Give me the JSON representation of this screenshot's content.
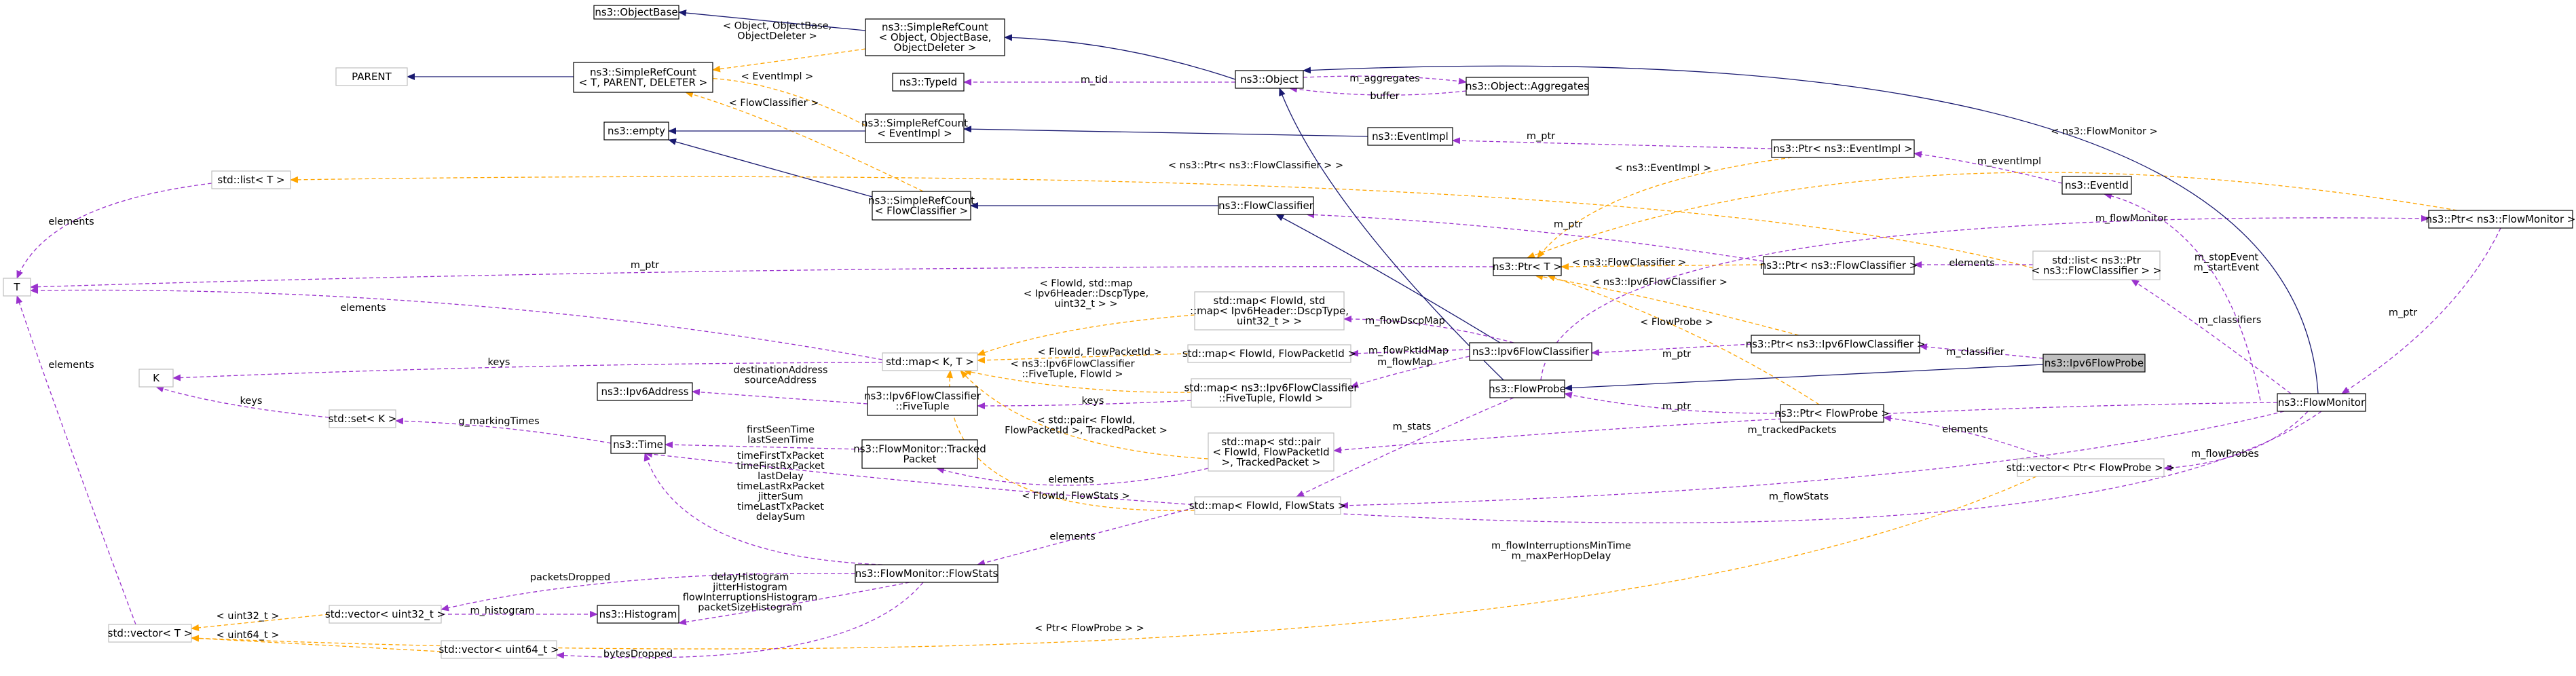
{
  "colors": {
    "inheritance": "#191970",
    "usage": "#9a32cd",
    "template": "#ffa500",
    "highlight_fill": "#bfbfbf",
    "node_border": "#000000",
    "gray_border": "#bfbfbf",
    "background": "#ffffff"
  },
  "nodes": [
    {
      "id": "ObjectBase",
      "lines": [
        "ns3::ObjectBase"
      ]
    },
    {
      "id": "SRC_Object",
      "lines": [
        "ns3::SimpleRefCount",
        "< Object, ObjectBase,",
        "ObjectDeleter >"
      ]
    },
    {
      "id": "PARENT",
      "lines": [
        "PARENT"
      ],
      "style": "gray"
    },
    {
      "id": "SRC_T",
      "lines": [
        "ns3::SimpleRefCount",
        "< T, PARENT, DELETER >"
      ]
    },
    {
      "id": "TypeId",
      "lines": [
        "ns3::TypeId"
      ]
    },
    {
      "id": "Object",
      "lines": [
        "ns3::Object"
      ]
    },
    {
      "id": "Aggregates",
      "lines": [
        "ns3::Object::Aggregates"
      ]
    },
    {
      "id": "empty",
      "lines": [
        "ns3::empty"
      ]
    },
    {
      "id": "SRC_EventImpl",
      "lines": [
        "ns3::SimpleRefCount",
        "< EventImpl >"
      ]
    },
    {
      "id": "EventImpl",
      "lines": [
        "ns3::EventImpl"
      ]
    },
    {
      "id": "Ptr_EventImpl",
      "lines": [
        "ns3::Ptr< ns3::EventImpl >"
      ]
    },
    {
      "id": "EventId",
      "lines": [
        "ns3::EventId"
      ]
    },
    {
      "id": "list_T",
      "lines": [
        "std::list< T >"
      ],
      "style": "gray"
    },
    {
      "id": "SRC_FC",
      "lines": [
        "ns3::SimpleRefCount",
        "< FlowClassifier >"
      ]
    },
    {
      "id": "FlowClassifier",
      "lines": [
        "ns3::FlowClassifier"
      ]
    },
    {
      "id": "Ptr_FlowMonitor",
      "lines": [
        "ns3::Ptr< ns3::FlowMonitor >"
      ]
    },
    {
      "id": "T",
      "lines": [
        "T"
      ],
      "style": "gray"
    },
    {
      "id": "Ptr_T",
      "lines": [
        "ns3::Ptr< T >"
      ]
    },
    {
      "id": "Ptr_FC",
      "lines": [
        "ns3::Ptr< ns3::FlowClassifier >"
      ]
    },
    {
      "id": "list_Ptr_FC",
      "lines": [
        "std::list< ns3::Ptr",
        "< ns3::FlowClassifier > >"
      ],
      "style": "gray"
    },
    {
      "id": "map_dscp",
      "lines": [
        "std::map< FlowId, std",
        "::map< Ipv6Header::DscpType,",
        "uint32_t > >"
      ],
      "style": "gray"
    },
    {
      "id": "map_KT",
      "lines": [
        "std::map< K, T >"
      ],
      "style": "gray"
    },
    {
      "id": "map_pkt",
      "lines": [
        "std::map< FlowId, FlowPacketId >"
      ],
      "style": "gray"
    },
    {
      "id": "Ipv6FC",
      "lines": [
        "ns3::Ipv6FlowClassifier"
      ]
    },
    {
      "id": "Ptr_Ipv6FC",
      "lines": [
        "ns3::Ptr< ns3::Ipv6FlowClassifier >"
      ]
    },
    {
      "id": "Ipv6FlowProbe",
      "lines": [
        "ns3::Ipv6FlowProbe"
      ],
      "style": "highlight"
    },
    {
      "id": "K",
      "lines": [
        "K"
      ],
      "style": "gray"
    },
    {
      "id": "Ipv6Address",
      "lines": [
        "ns3::Ipv6Address"
      ]
    },
    {
      "id": "FiveTuple",
      "lines": [
        "ns3::Ipv6FlowClassifier",
        "::FiveTuple"
      ]
    },
    {
      "id": "map_fivetuple",
      "lines": [
        "std::map< ns3::Ipv6FlowClassifier",
        "::FiveTuple, FlowId >"
      ],
      "style": "gray"
    },
    {
      "id": "FlowProbe",
      "lines": [
        "ns3::FlowProbe"
      ]
    },
    {
      "id": "FlowMonitor",
      "lines": [
        "ns3::FlowMonitor"
      ]
    },
    {
      "id": "set_K",
      "lines": [
        "std::set< K >"
      ],
      "style": "gray"
    },
    {
      "id": "Time",
      "lines": [
        "ns3::Time"
      ]
    },
    {
      "id": "TrackedPacket",
      "lines": [
        "ns3::FlowMonitor::Tracked",
        "Packet"
      ]
    },
    {
      "id": "map_tracked",
      "lines": [
        "std::map< std::pair",
        "< FlowId, FlowPacketId",
        ">, TrackedPacket >"
      ],
      "style": "gray"
    },
    {
      "id": "Ptr_FlowProbe",
      "lines": [
        "ns3::Ptr< FlowProbe >"
      ]
    },
    {
      "id": "vec_Ptr_FP",
      "lines": [
        "std::vector< Ptr< FlowProbe > >"
      ],
      "style": "gray"
    },
    {
      "id": "map_flowstats",
      "lines": [
        "std::map< FlowId, FlowStats >"
      ],
      "style": "gray"
    },
    {
      "id": "FlowStats",
      "lines": [
        "ns3::FlowMonitor::FlowStats"
      ]
    },
    {
      "id": "vec_u32",
      "lines": [
        "std::vector< uint32_t >"
      ],
      "style": "gray"
    },
    {
      "id": "Histogram",
      "lines": [
        "ns3::Histogram"
      ]
    },
    {
      "id": "vec_T",
      "lines": [
        "std::vector< T >"
      ],
      "style": "gray"
    },
    {
      "id": "vec_u64",
      "lines": [
        "std::vector< uint64_t >"
      ],
      "style": "gray"
    }
  ],
  "edges": [
    {
      "from": "SRC_Object",
      "to": "ObjectBase",
      "kind": "inheritance",
      "label": []
    },
    {
      "from": "SRC_T",
      "to": "PARENT",
      "kind": "inheritance",
      "label": []
    },
    {
      "from": "SRC_Object",
      "to": "SRC_T",
      "kind": "template",
      "label": [
        "< Object, ObjectBase,",
        "ObjectDeleter >"
      ]
    },
    {
      "from": "SRC_EventImpl",
      "to": "SRC_T",
      "kind": "template",
      "label": [
        "< EventImpl >"
      ]
    },
    {
      "from": "SRC_FC",
      "to": "SRC_T",
      "kind": "template",
      "label": [
        "< FlowClassifier >"
      ]
    },
    {
      "from": "Object",
      "to": "SRC_Object",
      "kind": "inheritance",
      "label": []
    },
    {
      "from": "Object",
      "to": "TypeId",
      "kind": "usage",
      "label": [
        "m_tid"
      ]
    },
    {
      "from": "Object",
      "to": "Aggregates",
      "kind": "usage",
      "label": [
        "m_aggregates"
      ]
    },
    {
      "from": "Aggregates",
      "to": "Object",
      "kind": "usage",
      "label": [
        "buffer"
      ]
    },
    {
      "from": "SRC_EventImpl",
      "to": "empty",
      "kind": "inheritance",
      "label": []
    },
    {
      "from": "SRC_FC",
      "to": "empty",
      "kind": "inheritance",
      "label": []
    },
    {
      "from": "EventImpl",
      "to": "SRC_EventImpl",
      "kind": "inheritance",
      "label": []
    },
    {
      "from": "Ptr_EventImpl",
      "to": "EventImpl",
      "kind": "usage",
      "label": [
        "m_ptr"
      ]
    },
    {
      "from": "EventId",
      "to": "Ptr_EventImpl",
      "kind": "usage",
      "label": [
        "m_eventImpl"
      ]
    },
    {
      "from": "FlowClassifier",
      "to": "SRC_FC",
      "kind": "inheritance",
      "label": []
    },
    {
      "from": "list_Ptr_FC",
      "to": "list_T",
      "kind": "template",
      "label": [
        "< ns3::Ptr< ns3::FlowClassifier > >"
      ]
    },
    {
      "from": "list_T",
      "to": "T",
      "kind": "usage",
      "label": [
        "elements"
      ]
    },
    {
      "from": "Ptr_FlowMonitor",
      "to": "Ptr_T",
      "kind": "template",
      "label": [
        "< ns3::FlowMonitor >"
      ]
    },
    {
      "from": "Ptr_EventImpl",
      "to": "Ptr_T",
      "kind": "template",
      "label": [
        "< ns3::EventImpl >"
      ]
    },
    {
      "from": "FlowProbe",
      "to": "Ptr_FlowMonitor",
      "kind": "usage",
      "label": [
        "m_flowMonitor"
      ]
    },
    {
      "from": "Ptr_T",
      "to": "T",
      "kind": "usage",
      "label": [
        "m_ptr"
      ]
    },
    {
      "from": "Ptr_FC",
      "to": "FlowClassifier",
      "kind": "usage",
      "label": [
        "m_ptr"
      ]
    },
    {
      "from": "Ptr_FC",
      "to": "Ptr_T",
      "kind": "template",
      "label": [
        "< ns3::FlowClassifier >"
      ]
    },
    {
      "from": "list_Ptr_FC",
      "to": "Ptr_FC",
      "kind": "usage",
      "label": [
        "elements"
      ]
    },
    {
      "from": "Ptr_Ipv6FC",
      "to": "Ptr_T",
      "kind": "template",
      "label": [
        "< ns3::Ipv6FlowClassifier >"
      ]
    },
    {
      "from": "Ptr_FlowProbe",
      "to": "Ptr_T",
      "kind": "template",
      "label": [
        "< FlowProbe >"
      ]
    },
    {
      "from": "map_KT",
      "to": "T",
      "kind": "usage",
      "label": [
        "elements"
      ]
    },
    {
      "from": "map_KT",
      "to": "K",
      "kind": "usage",
      "label": [
        "keys"
      ]
    },
    {
      "from": "map_dscp",
      "to": "map_KT",
      "kind": "template",
      "label": [
        "< FlowId, std::map",
        "< Ipv6Header::DscpType,",
        "uint32_t > >"
      ]
    },
    {
      "from": "map_pkt",
      "to": "map_KT",
      "kind": "template",
      "label": [
        "< FlowId, FlowPacketId >"
      ]
    },
    {
      "from": "map_fivetuple",
      "to": "map_KT",
      "kind": "template",
      "label": [
        "< ns3::Ipv6FlowClassifier",
        "::FiveTuple, FlowId >"
      ]
    },
    {
      "from": "map_tracked",
      "to": "map_KT",
      "kind": "template",
      "label": [
        "< std::pair< FlowId,",
        "FlowPacketId >, TrackedPacket >"
      ]
    },
    {
      "from": "map_flowstats",
      "to": "map_KT",
      "kind": "template",
      "label": [
        "< FlowId, FlowStats >"
      ]
    },
    {
      "from": "Ipv6FC",
      "to": "FlowClassifier",
      "kind": "inheritance",
      "label": []
    },
    {
      "from": "Ipv6FC",
      "to": "map_dscp",
      "kind": "usage",
      "label": [
        "m_flowDscpMap"
      ]
    },
    {
      "from": "Ipv6FC",
      "to": "map_pkt",
      "kind": "usage",
      "label": [
        "m_flowPktIdMap"
      ]
    },
    {
      "from": "Ipv6FC",
      "to": "map_fivetuple",
      "kind": "usage",
      "label": [
        "m_flowMap"
      ]
    },
    {
      "from": "Ptr_Ipv6FC",
      "to": "Ipv6FC",
      "kind": "usage",
      "label": [
        "m_ptr"
      ]
    },
    {
      "from": "Ipv6FlowProbe",
      "to": "FlowProbe",
      "kind": "inheritance",
      "label": []
    },
    {
      "from": "Ipv6FlowProbe",
      "to": "Ptr_Ipv6FC",
      "kind": "usage",
      "label": [
        "m_classifier"
      ]
    },
    {
      "from": "FlowProbe",
      "to": "Object",
      "kind": "inheritance",
      "label": []
    },
    {
      "from": "FlowProbe",
      "to": "map_flowstats",
      "kind": "usage",
      "label": [
        "m_stats"
      ]
    },
    {
      "from": "FlowMonitor",
      "to": "Object",
      "kind": "inheritance",
      "label": []
    },
    {
      "from": "Ptr_FlowMonitor",
      "to": "FlowMonitor",
      "kind": "usage",
      "label": [
        "m_ptr"
      ]
    },
    {
      "from": "FlowMonitor",
      "to": "EventId",
      "kind": "usage",
      "label": [
        "m_stopEvent",
        "m_startEvent"
      ]
    },
    {
      "from": "FlowMonitor",
      "to": "list_Ptr_FC",
      "kind": "usage",
      "label": [
        "m_classifiers"
      ]
    },
    {
      "from": "FlowMonitor",
      "to": "vec_Ptr_FP",
      "kind": "usage",
      "label": [
        "m_flowProbes"
      ]
    },
    {
      "from": "FlowMonitor",
      "to": "map_tracked",
      "kind": "usage",
      "label": [
        "m_trackedPackets"
      ]
    },
    {
      "from": "FlowMonitor",
      "to": "map_flowstats",
      "kind": "usage",
      "label": [
        "m_flowStats"
      ]
    },
    {
      "from": "FlowMonitor",
      "to": "Time",
      "kind": "usage",
      "label": [
        "m_flowInterruptionsMinTime",
        "m_maxPerHopDelay"
      ]
    },
    {
      "from": "FiveTuple",
      "to": "Ipv6Address",
      "kind": "usage",
      "label": [
        "destinationAddress",
        "sourceAddress"
      ]
    },
    {
      "from": "set_K",
      "to": "K",
      "kind": "usage",
      "label": [
        "keys"
      ]
    },
    {
      "from": "Time",
      "to": "set_K",
      "kind": "usage",
      "label": [
        "g_markingTimes"
      ]
    },
    {
      "from": "TrackedPacket",
      "to": "Time",
      "kind": "usage",
      "label": [
        "firstSeenTime",
        "lastSeenTime"
      ]
    },
    {
      "from": "map_tracked",
      "to": "TrackedPacket",
      "kind": "usage",
      "label": [
        "elements"
      ]
    },
    {
      "from": "map_fivetuple",
      "to": "FiveTuple",
      "kind": "usage",
      "label": [
        "keys"
      ]
    },
    {
      "from": "Ptr_FlowProbe",
      "to": "FlowProbe",
      "kind": "usage",
      "label": [
        "m_ptr"
      ]
    },
    {
      "from": "vec_Ptr_FP",
      "to": "Ptr_FlowProbe",
      "kind": "usage",
      "label": [
        "elements"
      ]
    },
    {
      "from": "vec_Ptr_FP",
      "to": "vec_T",
      "kind": "template",
      "label": [
        "< Ptr< FlowProbe > >"
      ]
    },
    {
      "from": "map_flowstats",
      "to": "FlowStats",
      "kind": "usage",
      "label": [
        "elements"
      ]
    },
    {
      "from": "FlowStats",
      "to": "Time",
      "kind": "usage",
      "label": [
        "timeFirstTxPacket",
        "timeFirstRxPacket",
        "lastDelay",
        "timeLastRxPacket",
        "jitterSum",
        "timeLastTxPacket",
        "delaySum"
      ]
    },
    {
      "from": "FlowStats",
      "to": "vec_u32",
      "kind": "usage",
      "label": [
        "packetsDropped"
      ]
    },
    {
      "from": "FlowStats",
      "to": "Histogram",
      "kind": "usage",
      "label": [
        "delayHistogram",
        "jitterHistogram",
        "flowInterruptionsHistogram",
        "packetSizeHistogram"
      ]
    },
    {
      "from": "FlowStats",
      "to": "vec_u64",
      "kind": "usage",
      "label": [
        "bytesDropped"
      ]
    },
    {
      "from": "vec_u32",
      "to": "Histogram",
      "kind": "usage",
      "label": [
        "m_histogram"
      ]
    },
    {
      "from": "vec_u32",
      "to": "vec_T",
      "kind": "template",
      "label": [
        "< uint32_t >"
      ]
    },
    {
      "from": "vec_u64",
      "to": "vec_T",
      "kind": "template",
      "label": [
        "< uint64_t >"
      ]
    },
    {
      "from": "vec_T",
      "to": "T",
      "kind": "usage",
      "label": [
        "elements"
      ]
    }
  ]
}
